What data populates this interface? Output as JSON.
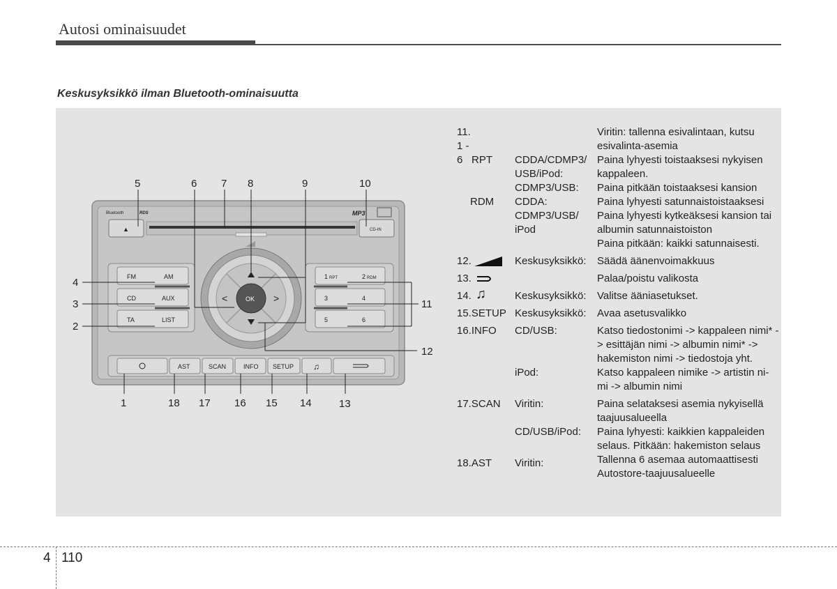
{
  "header": {
    "title": "Autosi ominaisuudet"
  },
  "subtitle": "Keskusyksikkö ilman Bluetooth-ominaisuutta",
  "unit": {
    "brand_marks": [
      "Bluetooth",
      "RDS",
      "MP3"
    ],
    "cd_in": "CD-IN",
    "eject": "▲",
    "ok": "OK",
    "left_buttons": [
      "FM",
      "AM",
      "CD",
      "AUX",
      "TA",
      "LIST"
    ],
    "right_buttons": [
      "1",
      "RPT",
      "2",
      "RDM",
      "3",
      "4",
      "5",
      "6"
    ],
    "bottom_buttons": [
      "AST",
      "SCAN",
      "INFO",
      "SETUP"
    ],
    "callouts": [
      "5",
      "6",
      "7",
      "8",
      "9",
      "10",
      "4",
      "3",
      "2",
      "11",
      "12",
      "1",
      "18",
      "17",
      "16",
      "15",
      "14",
      "13"
    ]
  },
  "descriptions": [
    {
      "c1": "11. 1 - 6",
      "c2": "",
      "c3": "Viritin: tallenna esivalintaan, kutsu esivalinta-asemia"
    },
    {
      "c1": "RPT",
      "c2": "CDDA/CDMP3/ USB/iPod:",
      "c3": "Paina lyhyesti toistaaksesi nykyisen kappaleen."
    },
    {
      "c1": "",
      "c2": "CDMP3/USB:",
      "c3": "Paina pitkään toistaaksesi kansion"
    },
    {
      "c1": "RDM",
      "c2": "CDDA:",
      "c3": "Paina lyhyesti satunnaistoistaaksesi"
    },
    {
      "c1": "",
      "c2": "CDMP3/USB/ iPod",
      "c3": "Paina lyhyesti kytkeäksesi kansion tai albumin satunnaistoiston"
    },
    {
      "c1": "",
      "c2": "",
      "c3": "Paina pitkään: kaikki satunnaisesti."
    },
    {
      "c1": "12.",
      "c2": "Keskusyksikkö:",
      "c3": "Säädä äänenvoimakkuus"
    },
    {
      "c1": "13.",
      "c2": "",
      "c3": "Palaa/poistu valikosta"
    },
    {
      "c1": "14.",
      "c2": "Keskusyksikkö:",
      "c3": "Valitse ääniasetukset."
    },
    {
      "c1": "15.SETUP",
      "c2": "Keskusyksikkö:",
      "c3": "Avaa asetusvalikko"
    },
    {
      "c1": "16.INFO",
      "c2": "CD/USB:",
      "c3": "Katso tiedostonimi -> kappaleen nimi* -> esittäjän nimi -> albumin nimi* -> hakemiston nimi -> tiedostoja yht."
    },
    {
      "c1": "",
      "c2": "iPod:",
      "c3": "Katso kappaleen nimike -> artistin ni- mi -> albumin nimi"
    },
    {
      "c1": "17.SCAN",
      "c2": "Viritin:",
      "c3": "Paina selataksesi asemia nykyisellä taajuusalueella"
    },
    {
      "c1": "",
      "c2": "CD/USB/iPod:",
      "c3": "Paina lyhyesti: kaikkien kappaleiden selaus. Pitkään: hakemiston selaus"
    },
    {
      "c1": "18.AST",
      "c2": "Viritin:",
      "c3": "Tallenna 6 asemaa automaattisesti  Autostore-taajuusalueelle"
    }
  ],
  "footer": {
    "chapter": "4",
    "page": "110"
  }
}
